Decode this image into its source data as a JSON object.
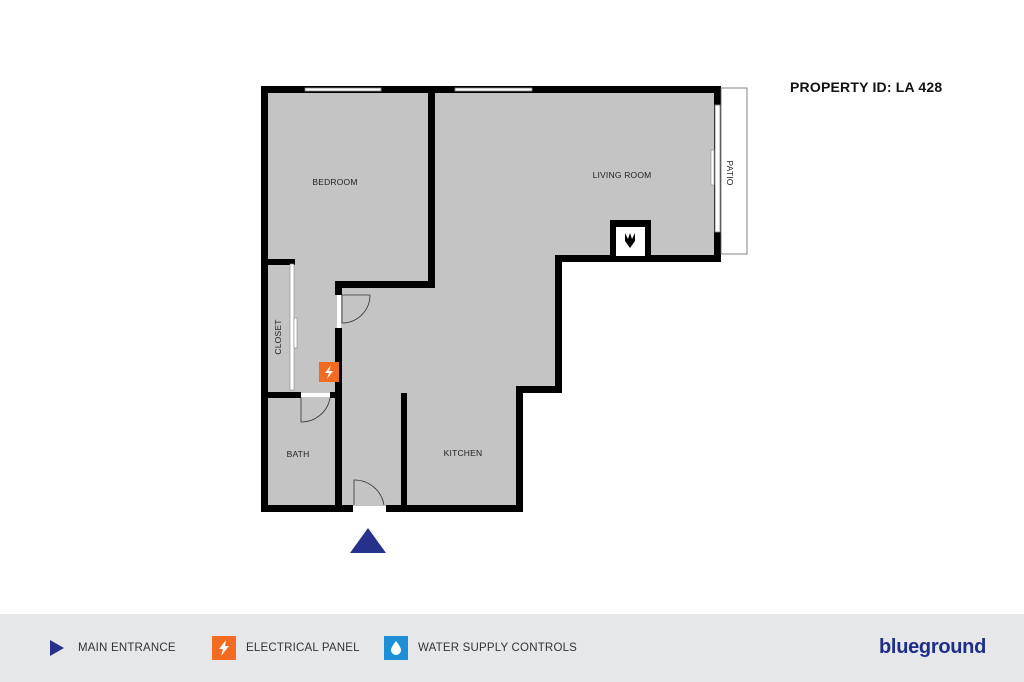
{
  "property_id": "PROPERTY ID: LA 428",
  "rooms": {
    "bedroom": "BEDROOM",
    "living_room": "LIVING ROOM",
    "patio": "PATIO",
    "closet": "CLOSET",
    "bath": "BATH",
    "kitchen": "KITCHEN"
  },
  "legend": {
    "main_entrance": "MAIN ENTRANCE",
    "electrical_panel": "ELECTRICAL PANEL",
    "water_supply": "WATER SUPPLY CONTROLS"
  },
  "brand": "blueground",
  "colors": {
    "floor": "#c4c4c4",
    "wall": "#000000",
    "entrance": "#25318a",
    "electrical": "#f26b21",
    "water": "#1d8fd6",
    "brand": "#1f2f86"
  }
}
